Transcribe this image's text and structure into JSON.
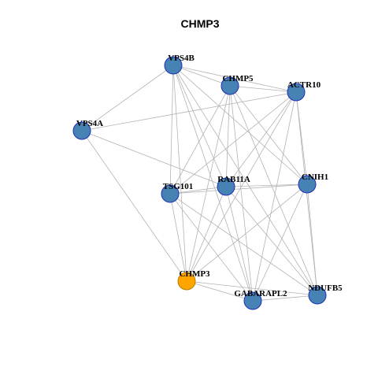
{
  "title": "CHMP3",
  "colors": {
    "node_fill": "#4682b4",
    "node_stroke": "#1f2fb8",
    "highlight_fill": "#ffa500",
    "highlight_stroke": "#b87c00",
    "edge": "#b3b3b3"
  },
  "nodes": [
    {
      "id": "VPS4B",
      "label": "VPS4B",
      "highlight": false
    },
    {
      "id": "CHMP5",
      "label": "CHMP5",
      "highlight": false
    },
    {
      "id": "ACTR10",
      "label": "ACTR10",
      "highlight": false
    },
    {
      "id": "VPS4A",
      "label": "VPS4A",
      "highlight": false
    },
    {
      "id": "TSG101",
      "label": "TSG101",
      "highlight": false
    },
    {
      "id": "RAB11A",
      "label": "RAB11A",
      "highlight": false
    },
    {
      "id": "CNIH1",
      "label": "CNIH1",
      "highlight": false
    },
    {
      "id": "CHMP3",
      "label": "CHMP3",
      "highlight": true
    },
    {
      "id": "GABARAPL2",
      "label": "GABARAPL2",
      "highlight": false
    },
    {
      "id": "NDUFB5",
      "label": "NDUFB5",
      "highlight": false
    }
  ],
  "edges": [
    [
      "VPS4B",
      "CHMP5"
    ],
    [
      "VPS4B",
      "ACTR10"
    ],
    [
      "VPS4B",
      "VPS4A"
    ],
    [
      "VPS4B",
      "TSG101"
    ],
    [
      "VPS4B",
      "RAB11A"
    ],
    [
      "VPS4B",
      "CNIH1"
    ],
    [
      "VPS4B",
      "CHMP3"
    ],
    [
      "VPS4B",
      "GABARAPL2"
    ],
    [
      "VPS4B",
      "NDUFB5"
    ],
    [
      "CHMP5",
      "ACTR10"
    ],
    [
      "CHMP5",
      "TSG101"
    ],
    [
      "CHMP5",
      "RAB11A"
    ],
    [
      "CHMP5",
      "CNIH1"
    ],
    [
      "CHMP5",
      "CHMP3"
    ],
    [
      "CHMP5",
      "GABARAPL2"
    ],
    [
      "CHMP5",
      "NDUFB5"
    ],
    [
      "ACTR10",
      "VPS4A"
    ],
    [
      "ACTR10",
      "TSG101"
    ],
    [
      "ACTR10",
      "RAB11A"
    ],
    [
      "ACTR10",
      "CNIH1"
    ],
    [
      "ACTR10",
      "CHMP3"
    ],
    [
      "ACTR10",
      "GABARAPL2"
    ],
    [
      "ACTR10",
      "NDUFB5"
    ],
    [
      "VPS4A",
      "RAB11A"
    ],
    [
      "VPS4A",
      "CHMP3"
    ],
    [
      "TSG101",
      "RAB11A"
    ],
    [
      "TSG101",
      "CNIH1"
    ],
    [
      "TSG101",
      "CHMP3"
    ],
    [
      "TSG101",
      "GABARAPL2"
    ],
    [
      "TSG101",
      "NDUFB5"
    ],
    [
      "RAB11A",
      "CNIH1"
    ],
    [
      "RAB11A",
      "CHMP3"
    ],
    [
      "RAB11A",
      "GABARAPL2"
    ],
    [
      "RAB11A",
      "NDUFB5"
    ],
    [
      "CNIH1",
      "CHMP3"
    ],
    [
      "CNIH1",
      "GABARAPL2"
    ],
    [
      "CNIH1",
      "NDUFB5"
    ],
    [
      "CHMP3",
      "GABARAPL2"
    ],
    [
      "CHMP3",
      "NDUFB5"
    ],
    [
      "GABARAPL2",
      "NDUFB5"
    ]
  ]
}
